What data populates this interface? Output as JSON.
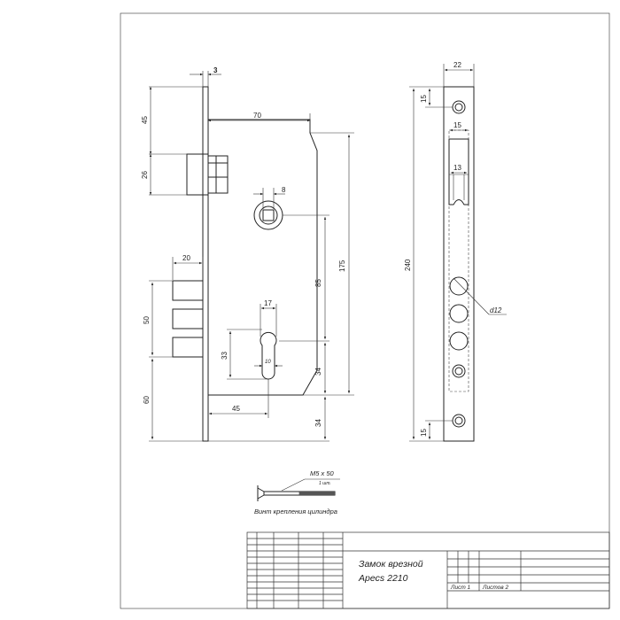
{
  "title_block": {
    "name_line1": "Замок врезной",
    "name_line2": "Apecs 2210",
    "sheet": "Лист 1",
    "sheets": "Листов 2"
  },
  "screw": {
    "spec": "M5 x 50",
    "qty": "1 шт.",
    "caption": "Винт крепления цилиндра"
  },
  "dims": {
    "faceplate_thickness": "3",
    "top_to_latch": "45",
    "latch_height": "26",
    "body_width": "70",
    "spindle_square": "8",
    "body_height": "175",
    "backset_spindle_to_cyl": "85",
    "bolt_throw": "20",
    "bolt_span": "50",
    "cyl_width": "17",
    "cyl_height": "33",
    "cyl_offset": "10",
    "cyl_to_bottom": "34",
    "bottom_to_cyl": "60",
    "backset": "45",
    "bottom_extension": "34",
    "fp_width": "22",
    "fp_hole_top": "15",
    "fp_window_width": "15",
    "fp_latch_width": "13",
    "fp_length": "240",
    "fp_hole_diam": "d12",
    "fp_hole_bottom": "15"
  }
}
